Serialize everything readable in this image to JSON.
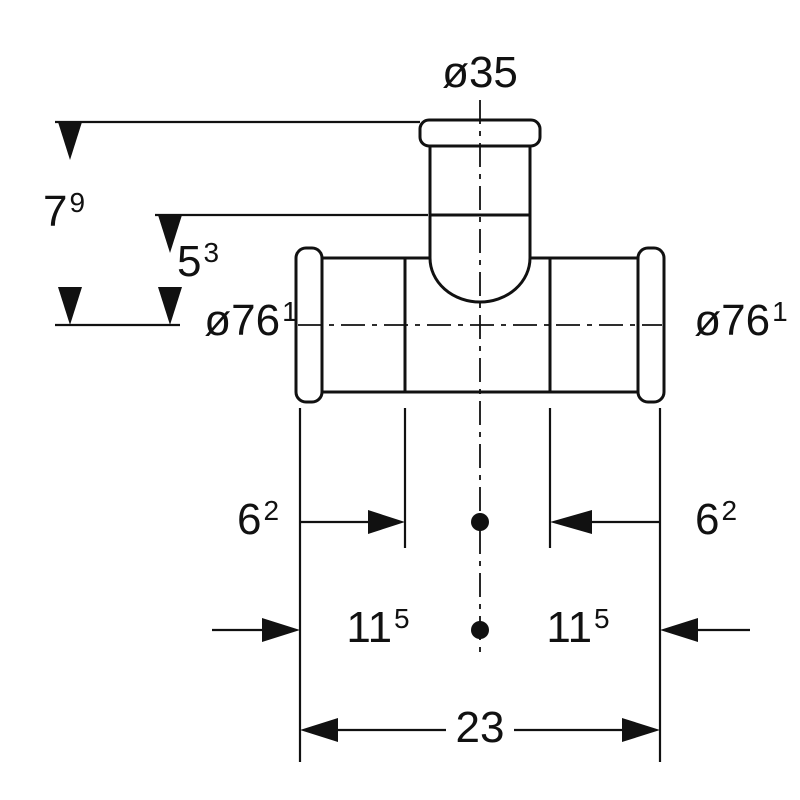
{
  "drawing": {
    "colors": {
      "line": "#111111",
      "background": "#ffffff"
    },
    "labels": {
      "branch_diameter": {
        "text": "ø35"
      },
      "height_top_to_center": {
        "main": "7",
        "sup": "9"
      },
      "height_socket_to_center": {
        "main": "5",
        "sup": "3"
      },
      "run_diameter_left": {
        "main": "ø76",
        "sup": "1"
      },
      "run_diameter_right": {
        "main": "ø76",
        "sup": "1"
      },
      "insertion_depth_left": {
        "main": "6",
        "sup": "2"
      },
      "insertion_depth_right": {
        "main": "6",
        "sup": "2"
      },
      "center_to_end_left": {
        "main": "11",
        "sup": "5"
      },
      "center_to_end_right": {
        "main": "11",
        "sup": "5"
      },
      "total_length": {
        "text": "23"
      }
    }
  }
}
